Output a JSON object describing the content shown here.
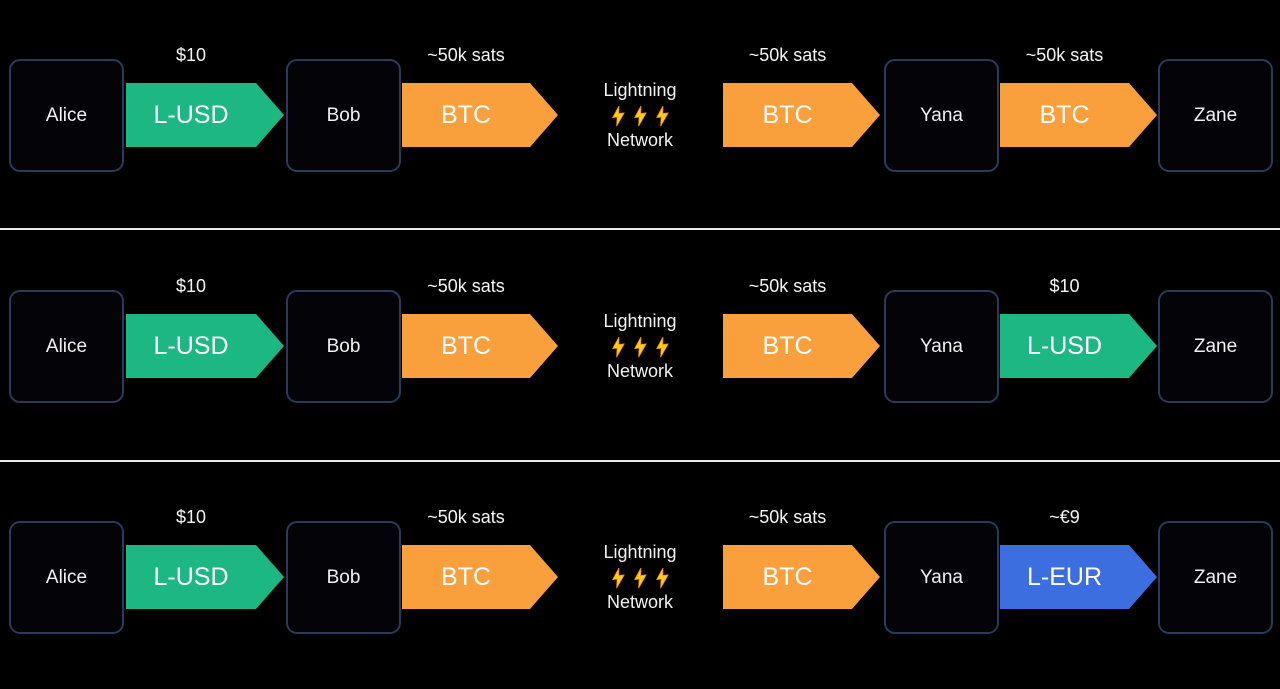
{
  "colors": {
    "background": "#000000",
    "node_border": "#2b3a59",
    "node_fill": "#030308",
    "text": "#f5f5f5",
    "lusd_green": "#1db784",
    "btc_orange": "#f9a03c",
    "leur_blue": "#3d6ee0",
    "bolt_yellow": "#ffcd1a",
    "divider": "#e9e9e9"
  },
  "hub": {
    "line1": "Lightning",
    "line2": "Network",
    "bolt_count": 3
  },
  "rows": [
    {
      "nodes": [
        "Alice",
        "Bob",
        "Yana",
        "Zane"
      ],
      "hops": [
        {
          "amount": "$10",
          "asset": "L-USD",
          "color": "#1db784"
        },
        {
          "amount": "~50k sats",
          "asset": "BTC",
          "color": "#f9a03c"
        },
        {
          "amount": "~50k sats",
          "asset": "BTC",
          "color": "#f9a03c"
        },
        {
          "amount": "~50k sats",
          "asset": "BTC",
          "color": "#f9a03c"
        }
      ]
    },
    {
      "nodes": [
        "Alice",
        "Bob",
        "Yana",
        "Zane"
      ],
      "hops": [
        {
          "amount": "$10",
          "asset": "L-USD",
          "color": "#1db784"
        },
        {
          "amount": "~50k sats",
          "asset": "BTC",
          "color": "#f9a03c"
        },
        {
          "amount": "~50k sats",
          "asset": "BTC",
          "color": "#f9a03c"
        },
        {
          "amount": "$10",
          "asset": "L-USD",
          "color": "#1db784"
        }
      ]
    },
    {
      "nodes": [
        "Alice",
        "Bob",
        "Yana",
        "Zane"
      ],
      "hops": [
        {
          "amount": "$10",
          "asset": "L-USD",
          "color": "#1db784"
        },
        {
          "amount": "~50k sats",
          "asset": "BTC",
          "color": "#f9a03c"
        },
        {
          "amount": "~50k sats",
          "asset": "BTC",
          "color": "#f9a03c"
        },
        {
          "amount": "~€9",
          "asset": "L-EUR",
          "color": "#3d6ee0"
        }
      ]
    }
  ]
}
